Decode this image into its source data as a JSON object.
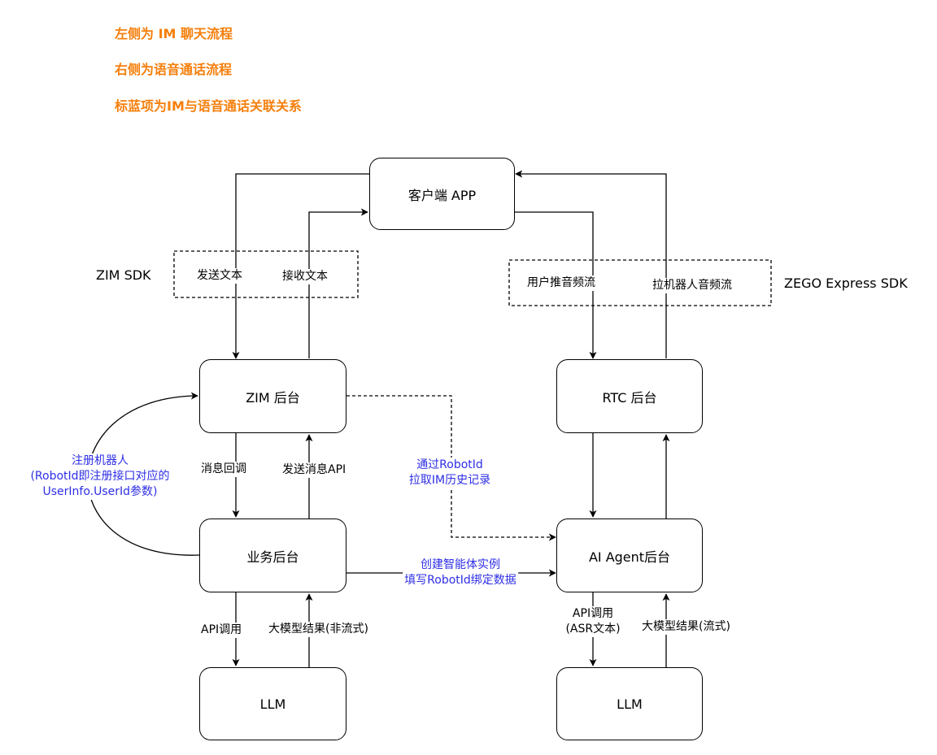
{
  "notes": {
    "left": "左侧为 IM 聊天流程",
    "right": "右侧为语音通话流程",
    "blue": "标蓝项为IM与语音通话关联关系"
  },
  "sdks": {
    "zim": "ZIM SDK",
    "zego": "ZEGO Express SDK"
  },
  "nodes": {
    "client": "客户端 APP",
    "zim_backend": "ZIM 后台",
    "rtc_backend": "RTC 后台",
    "biz_backend": "业务后台",
    "agent_backend": "AI Agent后台",
    "llm_left": "LLM",
    "llm_right": "LLM"
  },
  "edges": {
    "send_text": "发送文本",
    "receive_text": "接收文本",
    "push_stream": "用户推音频流",
    "pull_stream": "拉机器人音频流",
    "msg_callback": "消息回调",
    "send_msg_api": "发送消息API",
    "api_call_left": "API调用",
    "llm_result_nonstream": "大模型结果(非流式)",
    "api_call_right_1": "API调用",
    "api_call_right_2": "(ASR文本)",
    "llm_result_stream": "大模型结果(流式)",
    "register_robot_1": "注册机器人",
    "register_robot_2": "(RobotId即注册接口对应的",
    "register_robot_3": "UserInfo.UserId参数)",
    "pull_history_1": "通过RobotId",
    "pull_history_2": "拉取IM历史记录",
    "create_agent_1": "创建智能体实例",
    "create_agent_2": "填写RobotId绑定数据"
  },
  "colors": {
    "note": "#f57f0c",
    "relation": "#2e2ee6",
    "line": "#000000"
  }
}
